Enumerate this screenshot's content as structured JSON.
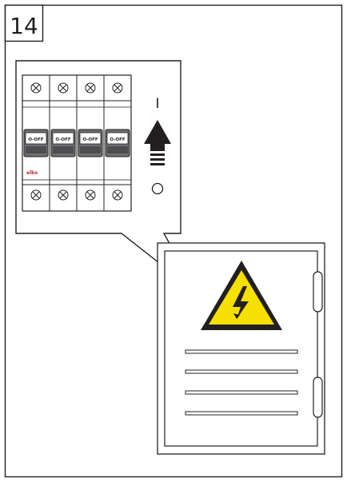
{
  "step": {
    "number": "14"
  },
  "breaker": {
    "poles": 4,
    "pole_label": "O-OFF",
    "brand_mark": "elko"
  },
  "indicator": {
    "on_symbol": "I",
    "off_symbol": "O",
    "direction": "up"
  },
  "warning_sign": {
    "icon": "high-voltage-triangle",
    "fill": "#f5e000"
  },
  "cabinet": {
    "door_lines": 4
  }
}
